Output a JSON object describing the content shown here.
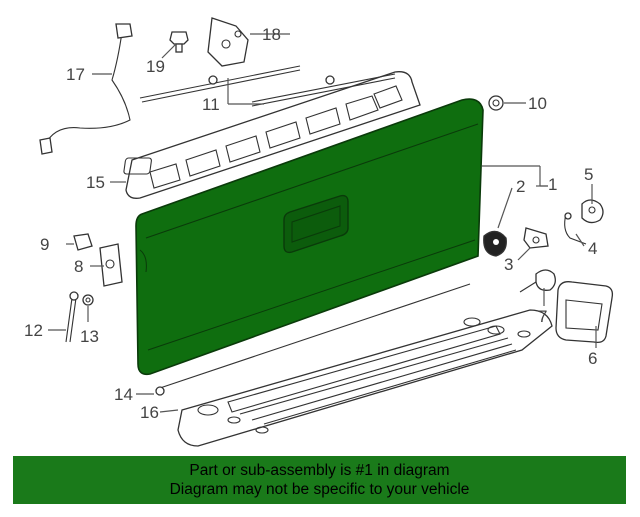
{
  "callouts": {
    "c1": "1",
    "c2": "2",
    "c3": "3",
    "c4": "4",
    "c5": "5",
    "c6": "6",
    "c7": "7",
    "c8": "8",
    "c9": "9",
    "c10": "10",
    "c11": "11",
    "c12": "12",
    "c13": "13",
    "c14": "14",
    "c15": "15",
    "c16": "16",
    "c17": "17",
    "c18": "18",
    "c19": "19"
  },
  "banner": {
    "line1": "Part or sub-assembly is #1 in diagram",
    "line2": "Diagram may not be specific to your vehicle"
  },
  "colors": {
    "highlight": "#0f6e0f",
    "banner": "#1a7a1a"
  }
}
